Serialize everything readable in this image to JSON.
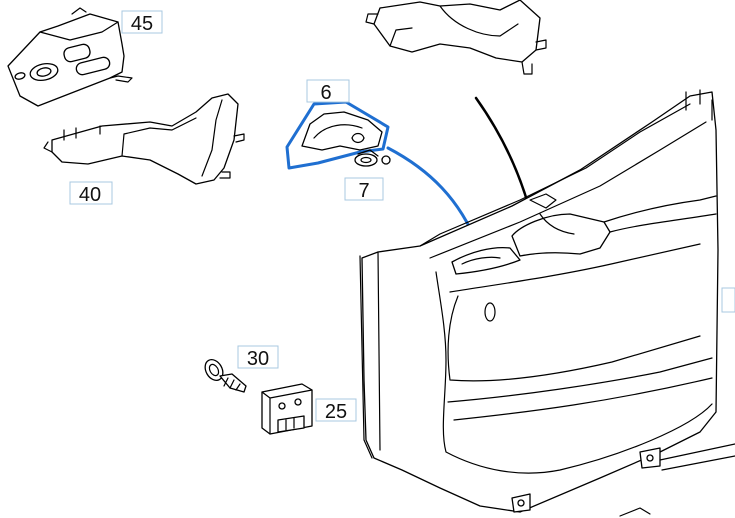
{
  "diagram": {
    "labels": {
      "part_45": "45",
      "part_6": "6",
      "part_7": "7",
      "part_40": "40",
      "part_30": "30",
      "part_25": "25"
    },
    "colors": {
      "highlight": "#1f6fd1",
      "label_border": "#a9c8e0",
      "line": "#000000",
      "background": "#ffffff"
    }
  }
}
